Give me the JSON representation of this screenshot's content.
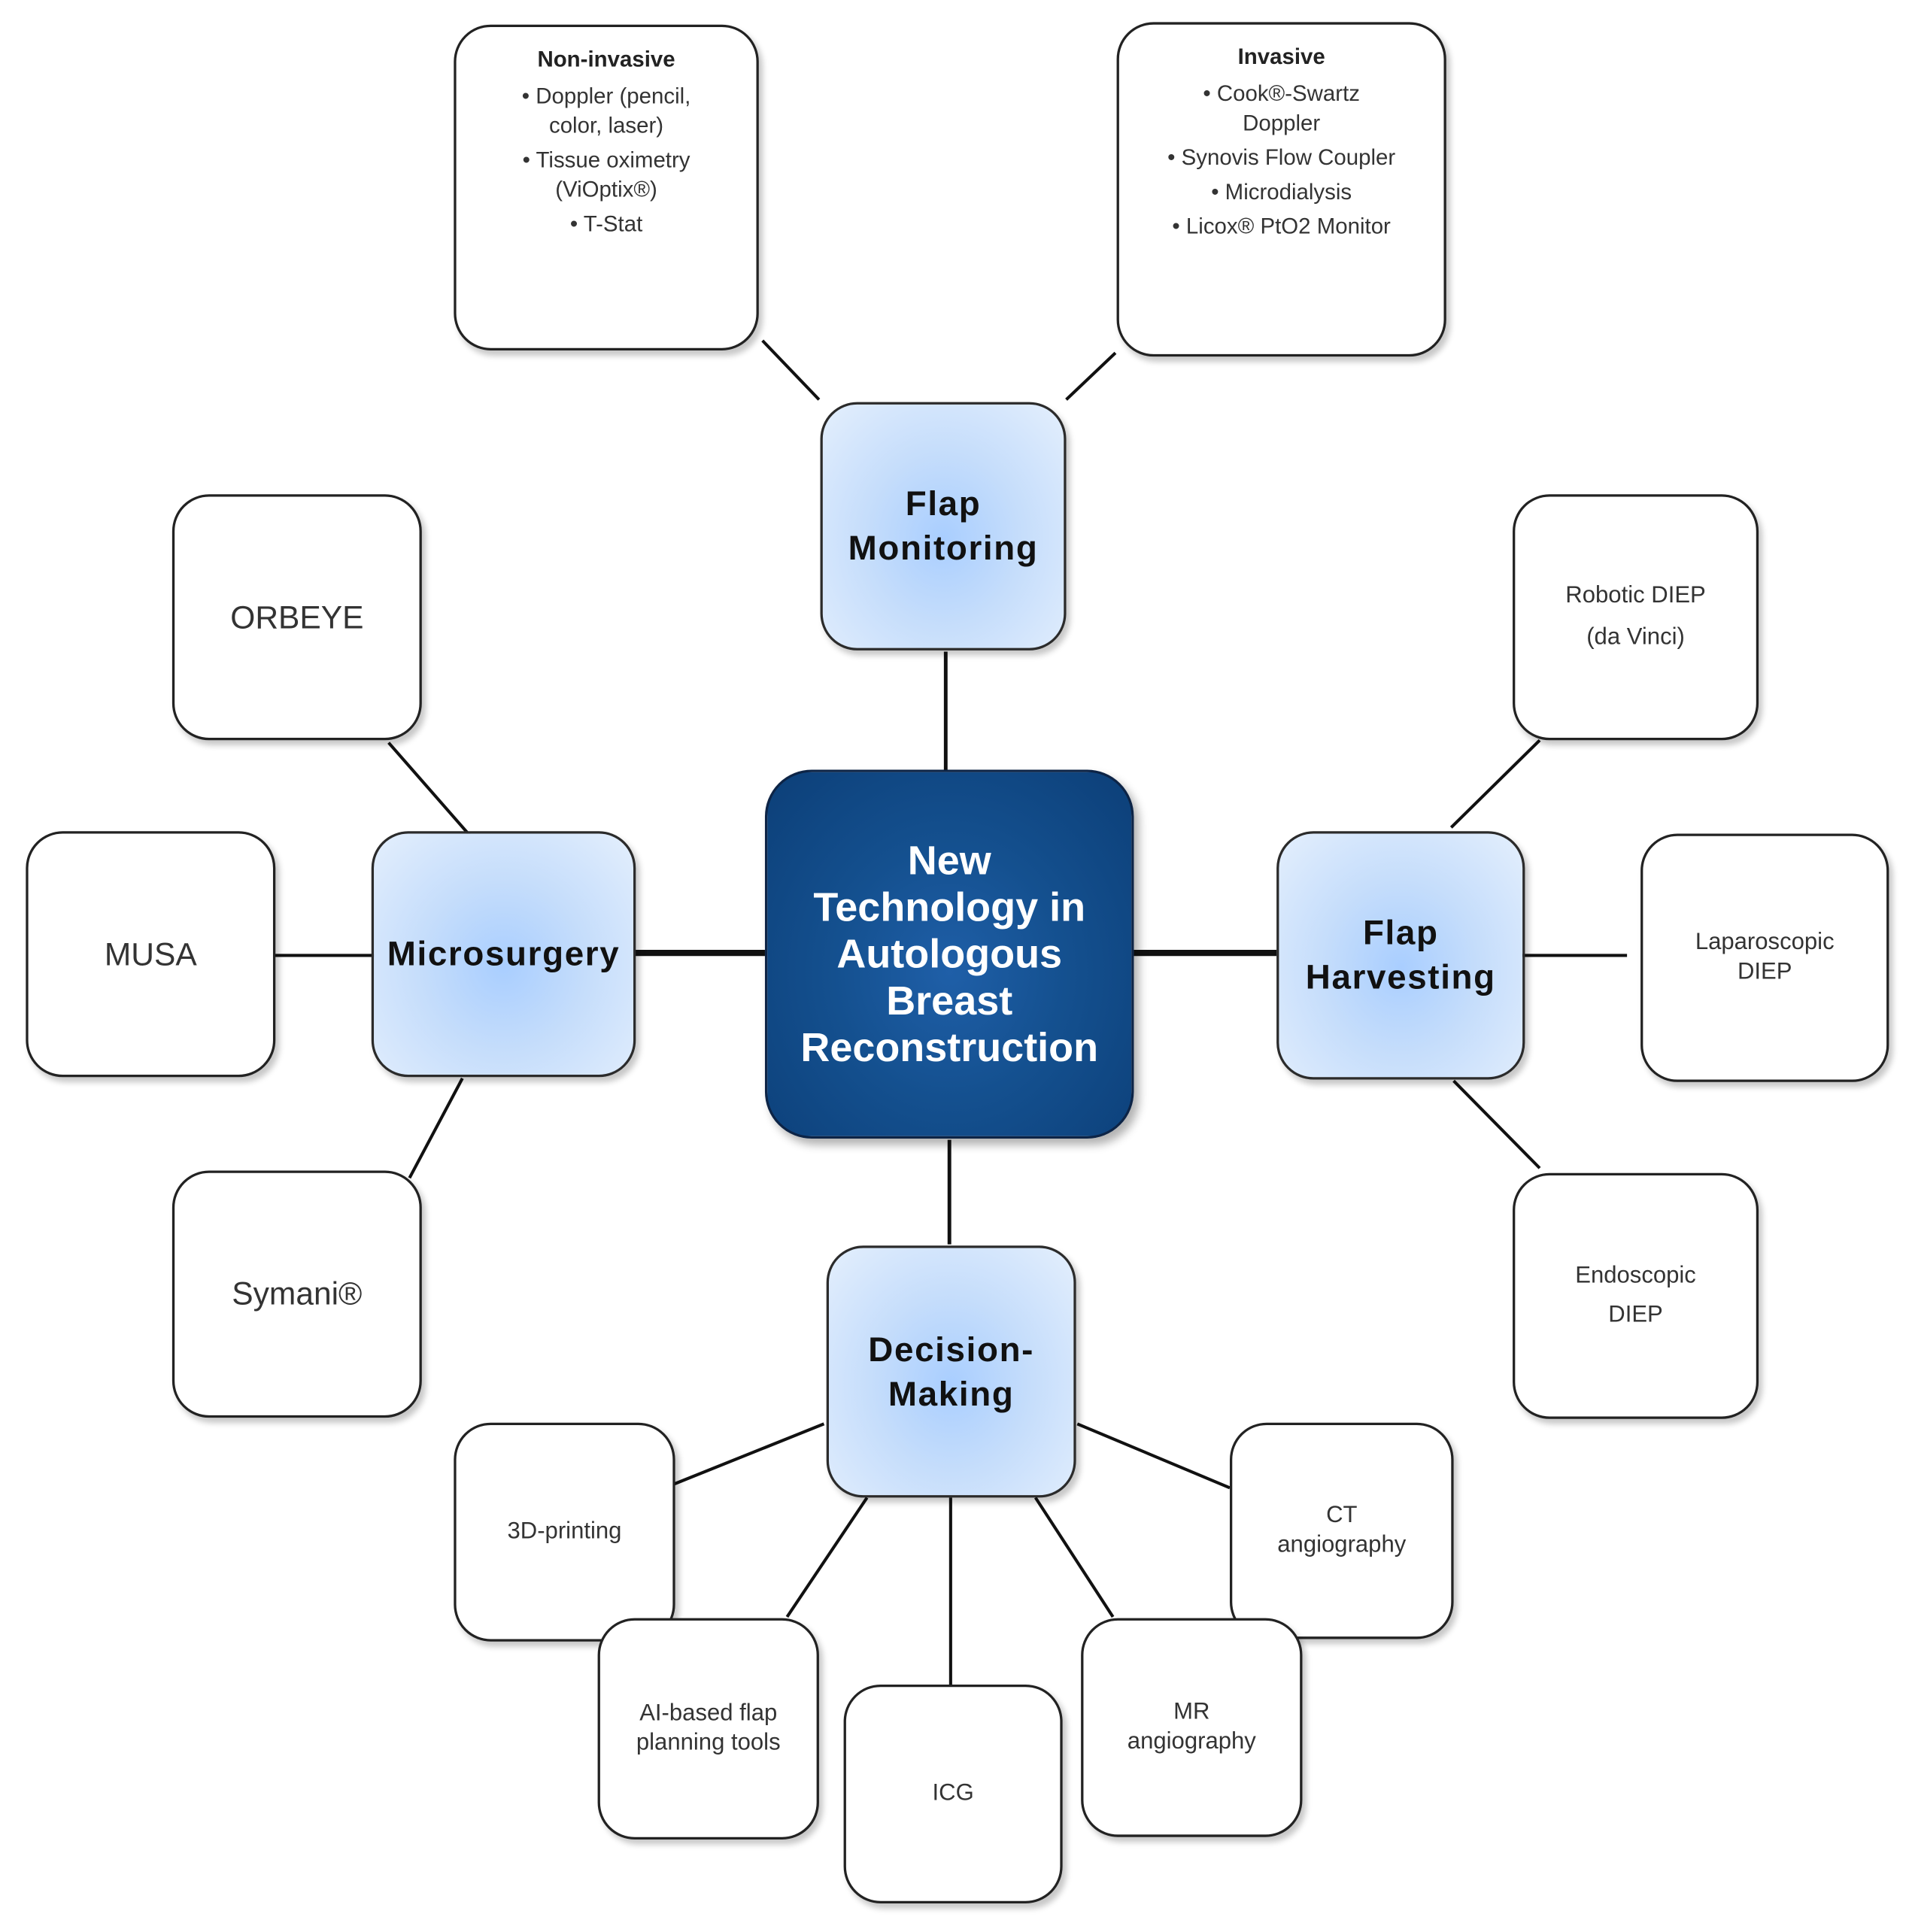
{
  "center": {
    "title": "New\nTechnology in\nAutologous\nBreast\nReconstruction"
  },
  "flap_monitoring": {
    "label": "Flap\nMonitoring",
    "non_invasive": {
      "title": "Non-invasive",
      "items": [
        "• Doppler (pencil,\ncolor, laser)",
        "• Tissue oximetry\n(ViOptix®)",
        "• T-Stat"
      ]
    },
    "invasive": {
      "title": "Invasive",
      "items": [
        "• Cook®-Swartz\nDoppler",
        "• Synovis Flow Coupler",
        "• Microdialysis",
        "• Licox® PtO2 Monitor"
      ]
    }
  },
  "microsurgery": {
    "label": "Microsurgery",
    "orbeye": "ORBEYE",
    "musa": "MUSA",
    "symani": "Symani®"
  },
  "flap_harvesting": {
    "label": "Flap\nHarvesting",
    "robotic": "Robotic DIEP\n(da Vinci)",
    "laparoscopic": "Laparoscopic\nDIEP",
    "endoscopic": "Endoscopic\nDIEP"
  },
  "decision_making": {
    "label": "Decision-\nMaking",
    "printing": "3D-printing",
    "ai_planning": "AI-based flap\nplanning tools",
    "icg": "ICG",
    "mr_angio": "MR\nangiography",
    "ct_angio": "CT\nangiography"
  }
}
